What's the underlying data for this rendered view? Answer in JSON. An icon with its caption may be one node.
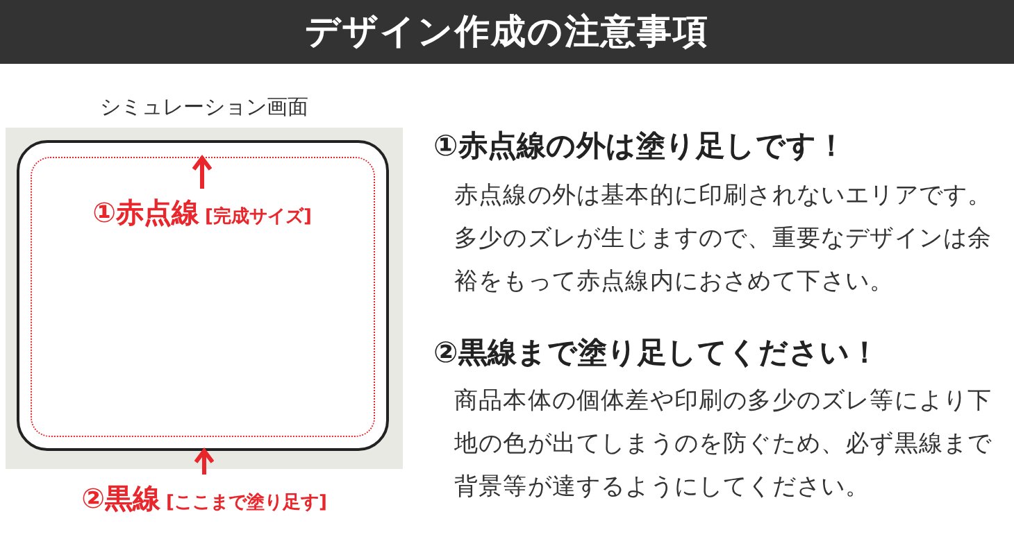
{
  "diagram": {
    "title": "デザイン作成の注意事項",
    "nodes": [
      {
        "text": [],
        "shape": "box",
        "beside": [
          "シミュレーション画面"
        ]
      },
      {
        "text": [],
        "shape": "box",
        "in": 0
      },
      {
        "text": [],
        "shape": "box",
        "in": 1
      },
      {
        "text": [
          "①赤点線",
          "[完成サイズ]"
        ],
        "in": 2
      },
      {
        "text": [
          "②黒線",
          "[ここまで塗り足す]"
        ]
      }
    ],
    "edges": [
      {
        "from": 3,
        "to": 2,
        "arrow": "to"
      },
      {
        "from": 4,
        "to": 1,
        "arrow": "to"
      }
    ],
    "labels": [
      "①赤点線の外は塗り足しです！",
      "赤点線の外は基本的に印刷されないエリアです。多少のズレが生じますので、重要なデザインは余裕をもって赤点線内におさめて下さい。",
      "②黒線まで塗り足してください！",
      "商品本体の個体差や印刷の多少のズレ等により下地の色が出てしまうのを防ぐため、必ず黒線まで背景等が達するようにしてください。"
    ]
  }
}
